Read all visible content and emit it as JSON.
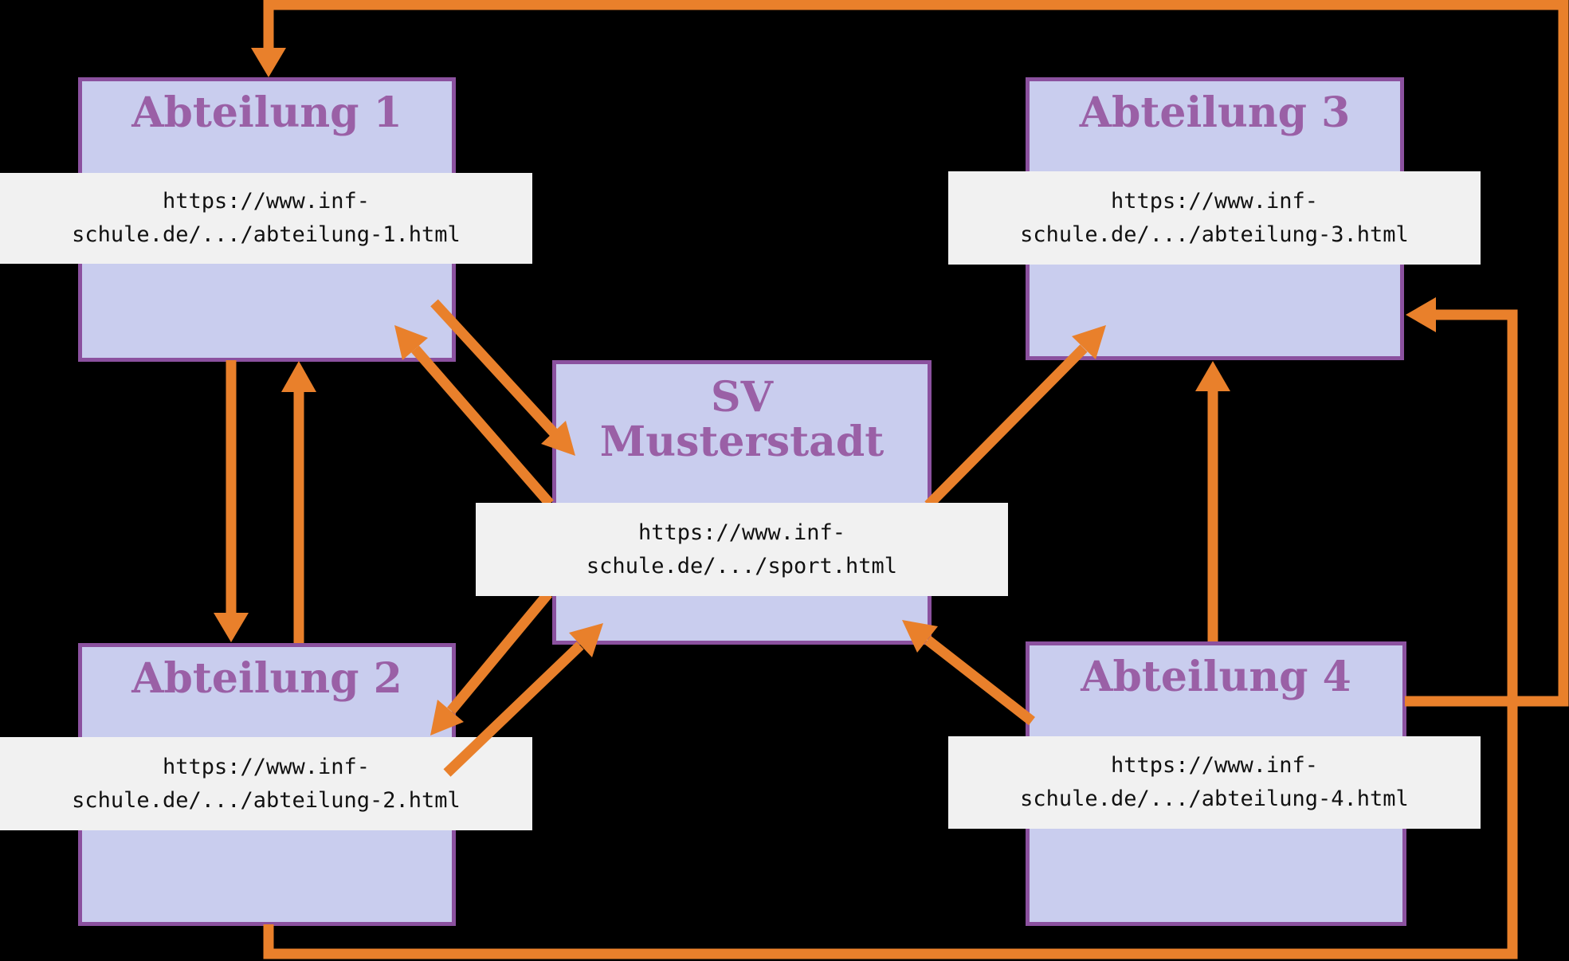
{
  "diagram": {
    "background": "#000000",
    "box_fill": "#c9cdee",
    "box_border": "#8b519f",
    "title_color": "#9a60a6",
    "arrow_color": "#e9802b",
    "label_background": "#f1f1f1",
    "label_text_color": "#111111"
  },
  "nodes": {
    "abt1": {
      "title": "Abteilung 1",
      "url": "https://www.inf-schule.de/.../abteilung-1.html",
      "url_lines": [
        "https://www.inf-",
        "schule.de/.../abteilung-1.html"
      ]
    },
    "abt2": {
      "title": "Abteilung 2",
      "url": "https://www.inf-schule.de/.../abteilung-2.html",
      "url_lines": [
        "https://www.inf-",
        "schule.de/.../abteilung-2.html"
      ]
    },
    "abt3": {
      "title": "Abteilung 3",
      "url": "https://www.inf-schule.de/.../abteilung-3.html",
      "url_lines": [
        "https://www.inf-",
        "schule.de/.../abteilung-3.html"
      ]
    },
    "abt4": {
      "title": "Abteilung 4",
      "url": "https://www.inf-schule.de/.../abteilung-4.html",
      "url_lines": [
        "https://www.inf-",
        "schule.de/.../abteilung-4.html"
      ]
    },
    "sv": {
      "title_line1": "SV",
      "title_line2": "Musterstadt",
      "url": "https://www.inf-schule.de/.../sport.html",
      "url_lines": [
        "https://www.inf-",
        "schule.de/.../sport.html"
      ]
    }
  },
  "edges": [
    {
      "from": "Abteilung 4",
      "to": "Abteilung 1",
      "route": "orthogonal-top"
    },
    {
      "from": "Abteilung 2",
      "to": "Abteilung 3",
      "route": "orthogonal-bottom"
    },
    {
      "from": "Abteilung 1",
      "to": "Abteilung 2",
      "route": "straight-vertical"
    },
    {
      "from": "Abteilung 2",
      "to": "Abteilung 1",
      "route": "straight-vertical"
    },
    {
      "from": "Abteilung 4",
      "to": "Abteilung 3",
      "route": "straight-vertical"
    },
    {
      "from": "Abteilung 1",
      "to": "SV Musterstadt",
      "route": "diagonal"
    },
    {
      "from": "SV Musterstadt",
      "to": "Abteilung 1",
      "route": "diagonal"
    },
    {
      "from": "SV Musterstadt",
      "to": "Abteilung 2",
      "route": "diagonal"
    },
    {
      "from": "Abteilung 2",
      "to": "SV Musterstadt",
      "route": "diagonal"
    },
    {
      "from": "SV Musterstadt",
      "to": "Abteilung 3",
      "route": "diagonal"
    },
    {
      "from": "Abteilung 4",
      "to": "SV Musterstadt",
      "route": "diagonal"
    }
  ]
}
